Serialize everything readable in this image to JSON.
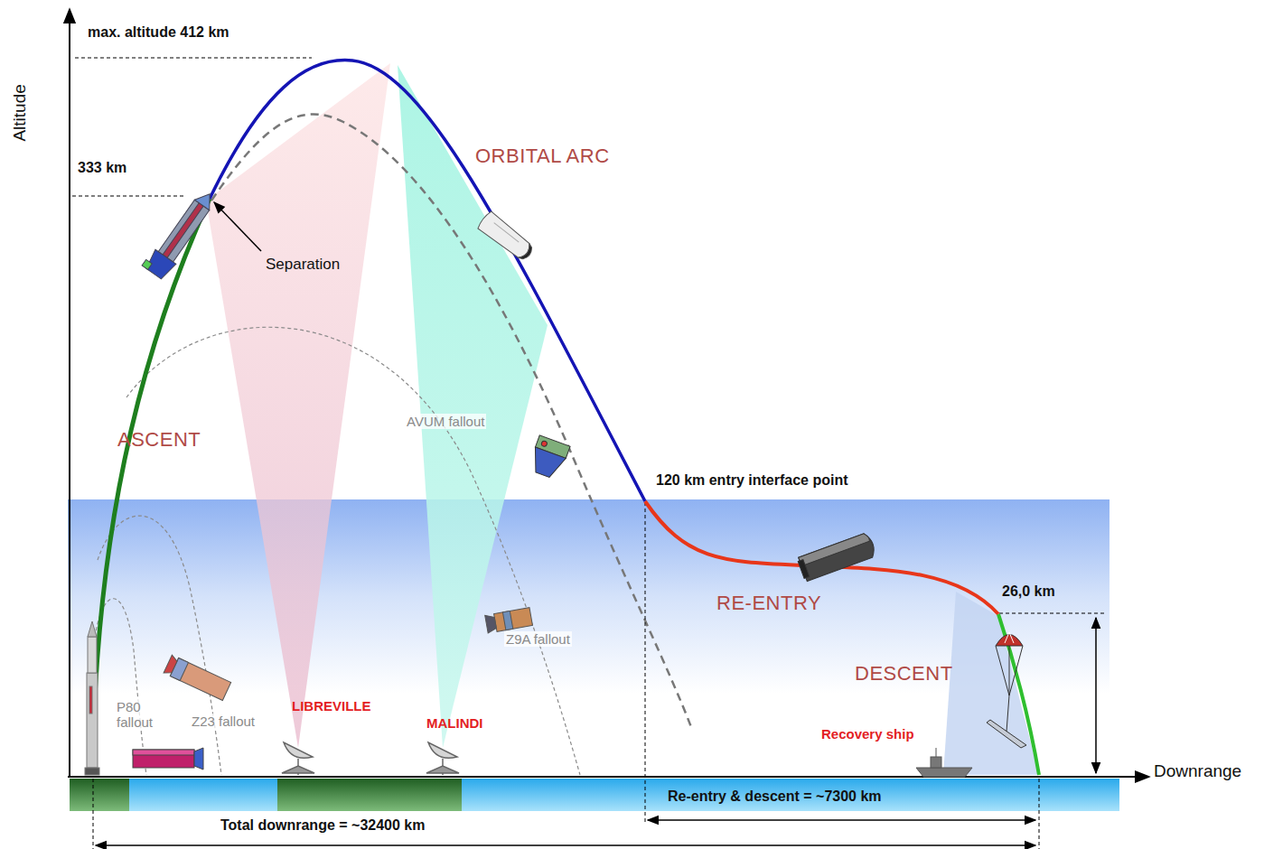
{
  "diagram": {
    "labels": [
      "Altitude",
      "max. altitude 412 km",
      "333 km",
      "Separation",
      "ORBITAL ARC",
      "ASCENT",
      "AVUM fallout",
      "120 km entry interface point",
      "RE-ENTRY",
      "26,0 km",
      "DESCENT",
      "Z9A fallout",
      "P80 fallout",
      "Z23 fallout",
      "LIBREVILLE",
      "MALINDI",
      "Recovery ship",
      "Downrange",
      "Re-entry & descent = ~7300 km",
      "Total downrange = ~32400 km"
    ]
  }
}
